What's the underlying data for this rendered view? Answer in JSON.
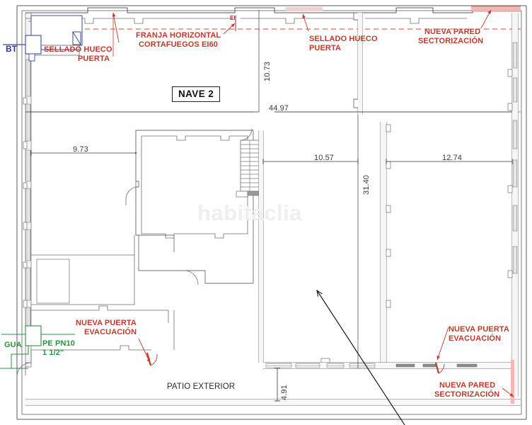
{
  "drawing": {
    "kind": "architectural-floor-plan",
    "title_box": "NAVE 2",
    "watermark": "habitaclia",
    "colors": {
      "wall": "#58585a",
      "wall_fill": "#f2f2f2",
      "annotation_red": "#c0392f",
      "annotation_blue": "#2b3a8f",
      "annotation_green": "#2f8f3f",
      "dimension": "#3a3a3a",
      "new_wall_highlight": "#f2b8b6",
      "background": "#ffffff"
    }
  },
  "annotations": {
    "red": [
      {
        "id": "sellado-hueco-puerta-left",
        "line1": "SELLADO HUECO",
        "line2": "PUERTA"
      },
      {
        "id": "franja-horizontal",
        "line1": "FRANJA HORIZONTAL",
        "line2": "CORTAFUEGOS EI60"
      },
      {
        "id": "franja-tick",
        "line1": "EI"
      },
      {
        "id": "sellado-hueco-puerta-center",
        "line1": "SELLADO HUECO",
        "line2": "PUERTA"
      },
      {
        "id": "nueva-pared-sectorizacion-top",
        "line1": "NUEVA PARED",
        "line2": "SECTORIZACIÓN"
      },
      {
        "id": "nueva-puerta-evacuacion-left",
        "line1": "NUEVA PUERTA",
        "line2": "EVACUACIÓN"
      },
      {
        "id": "nueva-puerta-evacuacion-right",
        "line1": "NUEVA PUERTA",
        "line2": "EVACUACIÓN"
      },
      {
        "id": "nueva-pared-sectorizacion-bottom",
        "line1": "NUEVA PARED",
        "line2": "SECTORIZACIÓN"
      }
    ],
    "blue": [
      {
        "id": "bt-label",
        "text": "BT"
      }
    ],
    "green": [
      {
        "id": "gua-label",
        "text": "GUA"
      },
      {
        "id": "pe-pn10-label",
        "line1": "PE PN10",
        "line2": "1 1/2\""
      }
    ],
    "dark": [
      {
        "id": "patio-exterior",
        "text": "PATIO EXTERIOR"
      }
    ]
  },
  "dimensions": {
    "horizontal": [
      {
        "id": "dim-9-73",
        "value": "9.73"
      },
      {
        "id": "dim-44-97",
        "value": "44.97"
      },
      {
        "id": "dim-10-57",
        "value": "10.57"
      },
      {
        "id": "dim-12-74",
        "value": "12.74"
      }
    ],
    "vertical": [
      {
        "id": "dim-10-73",
        "value": "10.73"
      },
      {
        "id": "dim-31-40",
        "value": "31.40"
      },
      {
        "id": "dim-4-91",
        "value": "4.91"
      }
    ]
  }
}
